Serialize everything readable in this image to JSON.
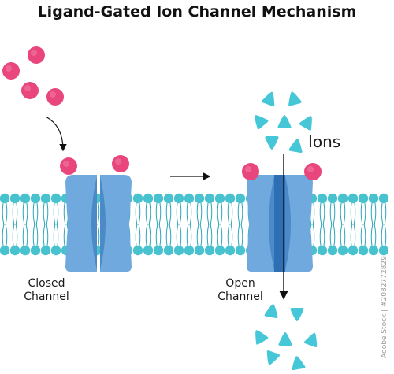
{
  "title": "Ligand-Gated Ion Channel Mechanism",
  "labels": {
    "closed_line1": "Closed",
    "closed_line2": "Channel",
    "open_line1": "Open",
    "open_line2": "Channel",
    "ions": "Ions"
  },
  "watermark": "Adobe Stock | #2082772829",
  "colors": {
    "ligand": "#e8467c",
    "ion": "#46c7d8",
    "membrane_head": "#49c2cf",
    "channel_light": "#6fa9de",
    "channel_dark": "#2e6fb4"
  }
}
